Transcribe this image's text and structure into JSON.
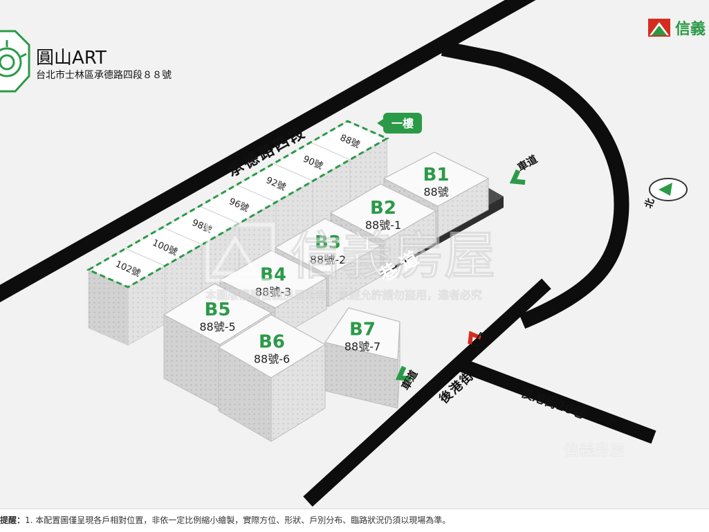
{
  "header": {
    "title": "圓山ART",
    "address": "台北市士林區承德路四段８８號",
    "brand": "信義"
  },
  "streets": {
    "main": "承德路四段",
    "side": "後港街",
    "lane": "後港街20巷"
  },
  "labels": {
    "first_floor": "一樓",
    "lane_mid": "巷道",
    "driveway_top": "車道",
    "driveway_bottom": "車道",
    "entrance": "入口",
    "north": "北"
  },
  "ground_units": [
    "102號",
    "100號",
    "98號",
    "96號",
    "92號",
    "90號",
    "88號"
  ],
  "basement_units": [
    {
      "code": "B1",
      "number": "88號"
    },
    {
      "code": "B2",
      "number": "88號-1"
    },
    {
      "code": "B3",
      "number": "88號-2"
    },
    {
      "code": "B4",
      "number": "88號-3"
    },
    {
      "code": "B5",
      "number": "88號-5"
    },
    {
      "code": "B6",
      "number": "88號-6"
    },
    {
      "code": "B7",
      "number": "88號-7"
    }
  ],
  "watermark": {
    "logo_text": "信義房屋",
    "notice": "本圖版權屬信義房屋所有，未經允許請勿盜用，違者必究",
    "footer_logo": "信義房屋"
  },
  "footer": {
    "label": "提醒：",
    "text": "1. 本配置圖僅呈現各戶相對位置，非依一定比例縮小繪製，實際方位、形狀、戶別分布、臨路狀況仍須以現場為準。"
  },
  "colors": {
    "brand_green": "#2b9a48",
    "brand_red": "#d42d1f",
    "road": "#0d0d0d",
    "block_top": "#fafafa",
    "block_side": "#e3e3e3"
  }
}
